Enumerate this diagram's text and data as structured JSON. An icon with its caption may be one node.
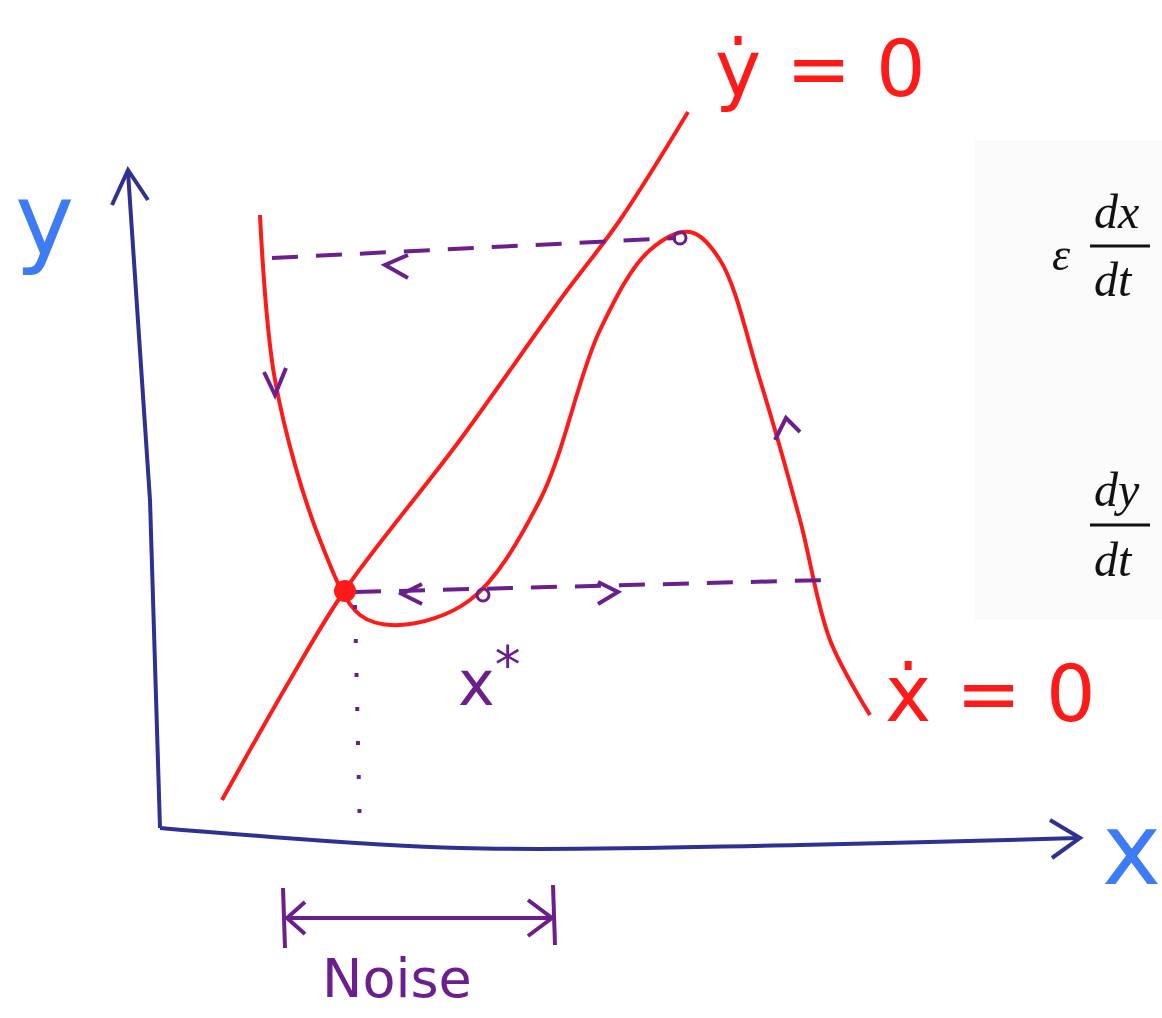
{
  "diagram": {
    "labels": [
      "ẏ = 0",
      "y",
      "ε",
      "dx",
      "dt",
      "dy",
      "dt",
      "x$^{*}$",
      "ẋ = 0",
      "x",
      "Noise"
    ]
  }
}
